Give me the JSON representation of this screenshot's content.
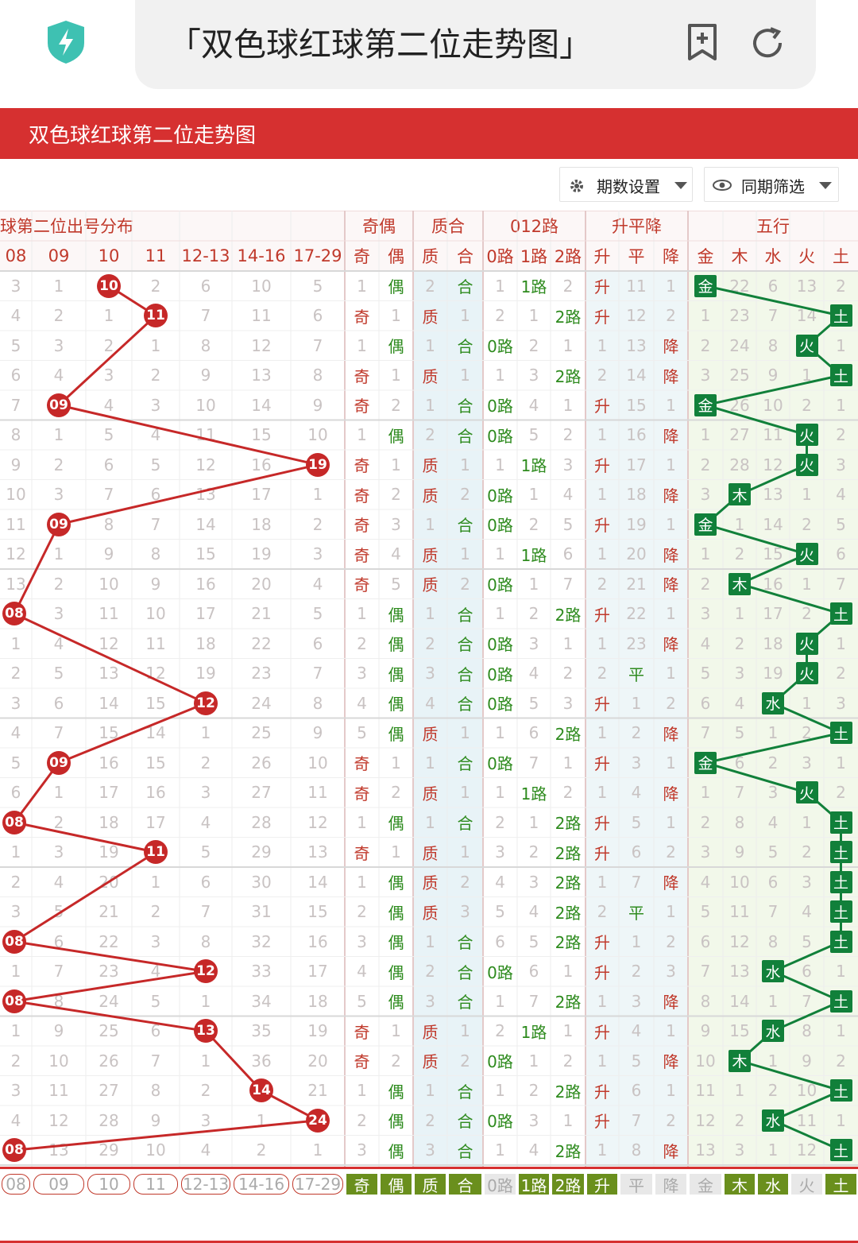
{
  "browser": {
    "tab_title": "「双色球红球第二位走势图」",
    "shield_icon": "lightning-shield-icon",
    "bookmark_icon": "bookmark-add-icon",
    "refresh_icon": "refresh-icon"
  },
  "banner": {
    "title": "双色球红球第二位走势图"
  },
  "controls": {
    "period_label": "期数设置",
    "filter_label": "同期筛选"
  },
  "header": {
    "groups": [
      "球第二位出号分布",
      "奇偶",
      "质合",
      "012路",
      "升平降",
      "五行"
    ],
    "columns": [
      "08",
      "09",
      "10",
      "11",
      "12-13",
      "14-16",
      "17-29",
      "奇",
      "偶",
      "质",
      "合",
      "0路",
      "1路",
      "2路",
      "升",
      "平",
      "降",
      "金",
      "木",
      "水",
      "火",
      "土"
    ]
  },
  "rows": [
    [
      "3",
      "1",
      "10",
      "2",
      "6",
      "10",
      "5",
      "1",
      "偶",
      "2",
      "合",
      "1",
      "1路",
      "2",
      "升",
      "11",
      "1",
      "金",
      "22",
      "6",
      "13",
      "2"
    ],
    [
      "4",
      "2",
      "1",
      "11",
      "7",
      "11",
      "6",
      "奇",
      "1",
      "质",
      "1",
      "2",
      "1",
      "2路",
      "升",
      "12",
      "2",
      "1",
      "23",
      "7",
      "14",
      "土"
    ],
    [
      "5",
      "3",
      "2",
      "1",
      "8",
      "12",
      "7",
      "1",
      "偶",
      "1",
      "合",
      "0路",
      "2",
      "1",
      "1",
      "13",
      "降",
      "2",
      "24",
      "8",
      "火",
      "1"
    ],
    [
      "6",
      "4",
      "3",
      "2",
      "9",
      "13",
      "8",
      "奇",
      "1",
      "质",
      "1",
      "1",
      "3",
      "2路",
      "2",
      "14",
      "降",
      "3",
      "25",
      "9",
      "1",
      "土"
    ],
    [
      "7",
      "09",
      "4",
      "3",
      "10",
      "14",
      "9",
      "奇",
      "2",
      "1",
      "合",
      "0路",
      "4",
      "1",
      "升",
      "15",
      "1",
      "金",
      "26",
      "10",
      "2",
      "1"
    ],
    [
      "8",
      "1",
      "5",
      "4",
      "11",
      "15",
      "10",
      "1",
      "偶",
      "2",
      "合",
      "0路",
      "5",
      "2",
      "1",
      "16",
      "降",
      "1",
      "27",
      "11",
      "火",
      "2"
    ],
    [
      "9",
      "2",
      "6",
      "5",
      "12",
      "16",
      "19",
      "奇",
      "1",
      "质",
      "1",
      "1",
      "1路",
      "3",
      "升",
      "17",
      "1",
      "2",
      "28",
      "12",
      "火",
      "3"
    ],
    [
      "10",
      "3",
      "7",
      "6",
      "13",
      "17",
      "1",
      "奇",
      "2",
      "质",
      "2",
      "0路",
      "1",
      "4",
      "1",
      "18",
      "降",
      "3",
      "木",
      "13",
      "1",
      "4"
    ],
    [
      "11",
      "09",
      "8",
      "7",
      "14",
      "18",
      "2",
      "奇",
      "3",
      "1",
      "合",
      "0路",
      "2",
      "5",
      "升",
      "19",
      "1",
      "金",
      "1",
      "14",
      "2",
      "5"
    ],
    [
      "12",
      "1",
      "9",
      "8",
      "15",
      "19",
      "3",
      "奇",
      "4",
      "质",
      "1",
      "1",
      "1路",
      "6",
      "1",
      "20",
      "降",
      "1",
      "2",
      "15",
      "火",
      "6"
    ],
    [
      "13",
      "2",
      "10",
      "9",
      "16",
      "20",
      "4",
      "奇",
      "5",
      "质",
      "2",
      "0路",
      "1",
      "7",
      "2",
      "21",
      "降",
      "2",
      "木",
      "16",
      "1",
      "7"
    ],
    [
      "08",
      "3",
      "11",
      "10",
      "17",
      "21",
      "5",
      "1",
      "偶",
      "1",
      "合",
      "1",
      "2",
      "2路",
      "升",
      "22",
      "1",
      "3",
      "1",
      "17",
      "2",
      "土"
    ],
    [
      "1",
      "4",
      "12",
      "11",
      "18",
      "22",
      "6",
      "2",
      "偶",
      "2",
      "合",
      "0路",
      "3",
      "1",
      "1",
      "23",
      "降",
      "4",
      "2",
      "18",
      "火",
      "1"
    ],
    [
      "2",
      "5",
      "13",
      "12",
      "19",
      "23",
      "7",
      "3",
      "偶",
      "3",
      "合",
      "0路",
      "4",
      "2",
      "2",
      "平",
      "1",
      "5",
      "3",
      "19",
      "火",
      "2"
    ],
    [
      "3",
      "6",
      "14",
      "15",
      "12",
      "24",
      "8",
      "4",
      "偶",
      "4",
      "合",
      "0路",
      "5",
      "3",
      "升",
      "1",
      "2",
      "6",
      "4",
      "水",
      "1",
      "3"
    ],
    [
      "4",
      "7",
      "15",
      "14",
      "1",
      "25",
      "9",
      "5",
      "偶",
      "质",
      "1",
      "1",
      "6",
      "2路",
      "1",
      "2",
      "降",
      "7",
      "5",
      "1",
      "2",
      "土"
    ],
    [
      "5",
      "09",
      "16",
      "15",
      "2",
      "26",
      "10",
      "奇",
      "1",
      "1",
      "合",
      "0路",
      "7",
      "1",
      "升",
      "3",
      "1",
      "金",
      "6",
      "2",
      "3",
      "1"
    ],
    [
      "6",
      "1",
      "17",
      "16",
      "3",
      "27",
      "11",
      "奇",
      "2",
      "质",
      "1",
      "1",
      "1路",
      "2",
      "1",
      "4",
      "降",
      "1",
      "7",
      "3",
      "火",
      "2"
    ],
    [
      "08",
      "2",
      "18",
      "17",
      "4",
      "28",
      "12",
      "1",
      "偶",
      "1",
      "合",
      "2",
      "1",
      "2路",
      "升",
      "5",
      "1",
      "2",
      "8",
      "4",
      "1",
      "土"
    ],
    [
      "1",
      "3",
      "19",
      "11",
      "5",
      "29",
      "13",
      "奇",
      "1",
      "质",
      "1",
      "3",
      "2",
      "2路",
      "升",
      "6",
      "2",
      "3",
      "9",
      "5",
      "2",
      "土"
    ],
    [
      "2",
      "4",
      "20",
      "1",
      "6",
      "30",
      "14",
      "1",
      "偶",
      "质",
      "2",
      "4",
      "3",
      "2路",
      "1",
      "7",
      "降",
      "4",
      "10",
      "6",
      "3",
      "土"
    ],
    [
      "3",
      "5",
      "21",
      "2",
      "7",
      "31",
      "15",
      "2",
      "偶",
      "质",
      "3",
      "5",
      "4",
      "2路",
      "2",
      "平",
      "1",
      "5",
      "11",
      "7",
      "4",
      "土"
    ],
    [
      "08",
      "6",
      "22",
      "3",
      "8",
      "32",
      "16",
      "3",
      "偶",
      "1",
      "合",
      "6",
      "5",
      "2路",
      "升",
      "1",
      "2",
      "6",
      "12",
      "8",
      "5",
      "土"
    ],
    [
      "1",
      "7",
      "23",
      "4",
      "12",
      "33",
      "17",
      "4",
      "偶",
      "2",
      "合",
      "0路",
      "6",
      "1",
      "升",
      "2",
      "3",
      "7",
      "13",
      "水",
      "6",
      "1"
    ],
    [
      "08",
      "8",
      "24",
      "5",
      "1",
      "34",
      "18",
      "5",
      "偶",
      "3",
      "合",
      "1",
      "7",
      "2路",
      "1",
      "3",
      "降",
      "8",
      "14",
      "1",
      "7",
      "土"
    ],
    [
      "1",
      "9",
      "25",
      "6",
      "13",
      "35",
      "19",
      "奇",
      "1",
      "质",
      "1",
      "2",
      "1路",
      "1",
      "升",
      "4",
      "1",
      "9",
      "15",
      "水",
      "8",
      "1"
    ],
    [
      "2",
      "10",
      "26",
      "7",
      "1",
      "36",
      "20",
      "奇",
      "2",
      "质",
      "2",
      "0路",
      "1",
      "2",
      "1",
      "5",
      "降",
      "10",
      "木",
      "1",
      "9",
      "2"
    ],
    [
      "3",
      "11",
      "27",
      "8",
      "2",
      "14",
      "21",
      "1",
      "偶",
      "1",
      "合",
      "1",
      "2",
      "2路",
      "升",
      "6",
      "1",
      "11",
      "1",
      "2",
      "10",
      "土"
    ],
    [
      "4",
      "12",
      "28",
      "9",
      "3",
      "1",
      "24",
      "2",
      "偶",
      "2",
      "合",
      "0路",
      "3",
      "1",
      "升",
      "7",
      "2",
      "12",
      "2",
      "水",
      "11",
      "1"
    ],
    [
      "08",
      "13",
      "29",
      "10",
      "4",
      "2",
      "1",
      "3",
      "偶",
      "3",
      "合",
      "1",
      "4",
      "2路",
      "1",
      "8",
      "降",
      "13",
      "3",
      "1",
      "12",
      "土"
    ]
  ],
  "draws": [
    {
      "col": 2,
      "label": "10"
    },
    {
      "col": 3,
      "label": "11"
    },
    {
      "col": -1,
      "label": ""
    },
    {
      "col": -1,
      "label": ""
    },
    {
      "col": 1,
      "label": "09"
    },
    {
      "col": -1,
      "label": ""
    },
    {
      "col": 6,
      "label": "19"
    },
    {
      "col": -1,
      "label": ""
    },
    {
      "col": 1,
      "label": "09"
    },
    {
      "col": -1,
      "label": ""
    },
    {
      "col": -1,
      "label": ""
    },
    {
      "col": 0,
      "label": "08"
    },
    {
      "col": -1,
      "label": ""
    },
    {
      "col": -1,
      "label": ""
    },
    {
      "col": 4,
      "label": "12"
    },
    {
      "col": -1,
      "label": ""
    },
    {
      "col": 1,
      "label": "09"
    },
    {
      "col": -1,
      "label": ""
    },
    {
      "col": 0,
      "label": "08"
    },
    {
      "col": 3,
      "label": "11"
    },
    {
      "col": -1,
      "label": ""
    },
    {
      "col": -1,
      "label": ""
    },
    {
      "col": 0,
      "label": "08"
    },
    {
      "col": 4,
      "label": "12"
    },
    {
      "col": 0,
      "label": "08"
    },
    {
      "col": 4,
      "label": "13"
    },
    {
      "col": -1,
      "label": ""
    },
    {
      "col": 5,
      "label": "14"
    },
    {
      "col": 6,
      "label": "24"
    },
    {
      "col": 0,
      "label": "08"
    }
  ],
  "footer": [
    "08",
    "09",
    "10",
    "11",
    "12-13",
    "14-16",
    "17-29",
    "奇",
    "偶",
    "质",
    "合",
    "0路",
    "1路",
    "2路",
    "升",
    "平",
    "降",
    "金",
    "木",
    "水",
    "火",
    "土"
  ],
  "footer_state": [
    0,
    0,
    0,
    0,
    0,
    0,
    0,
    1,
    1,
    1,
    1,
    0,
    1,
    1,
    1,
    0,
    0,
    0,
    1,
    1,
    0,
    1
  ],
  "colors": {
    "red": "#c62828",
    "banner": "#d63030",
    "green": "#11803a",
    "olive": "#6a8f1d"
  }
}
